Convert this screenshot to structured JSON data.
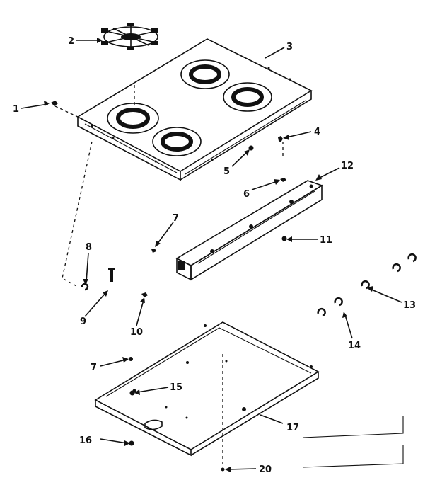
{
  "callouts": {
    "c1": "1",
    "c2": "2",
    "c3": "3",
    "c4": "4",
    "c5": "5",
    "c6": "6",
    "c7a": "7",
    "c7b": "7",
    "c8": "8",
    "c9": "9",
    "c10": "10",
    "c11": "11",
    "c12": "12",
    "c13": "13",
    "c14": "14",
    "c15": "15",
    "c16": "16",
    "c17": "17",
    "c20": "20"
  }
}
